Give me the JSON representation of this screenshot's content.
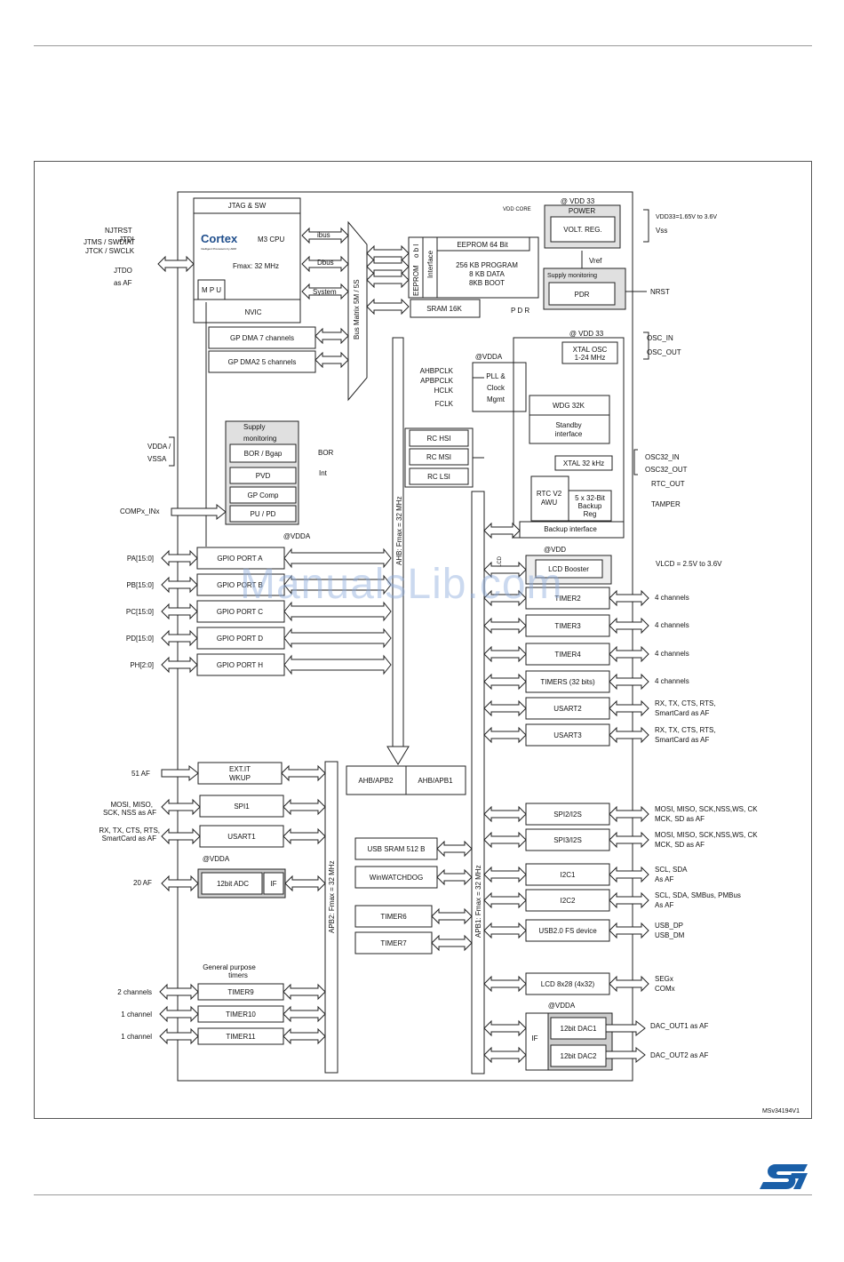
{
  "ref_code": "MSv34194V1",
  "watermark": "ManualsLib.com",
  "logo_text": "ST",
  "core": {
    "jtag": "JTAG & SW",
    "brand": "Cortex",
    "brand_sub": "Intelligent Processors by ARM",
    "cpu": "M3 CPU",
    "fmax": "Fmax: 32 MHz",
    "mpu": "M P U",
    "nvic": "NVIC",
    "ibus": "ibus",
    "dbus": "Dbus",
    "system": "System",
    "bus_matrix": "Bus Matrix 5M / 5S",
    "dma1": "GP DMA 7 channels",
    "dma2": "GP DMA2 5 channels"
  },
  "left_signals": {
    "njtrst": "NJTRST",
    "jtdi": "JTDI",
    "jtms": "JTMS / SWDIAT",
    "jtck": "JTCK / SWCLK",
    "jtdo": "JTDO",
    "as_af": "as AF",
    "vdda": "VDDA /",
    "vssa": "VSSA",
    "comp": "COMPx_INx"
  },
  "memory": {
    "eeprom": "EEPROM",
    "obl": "o b l",
    "interface": "Interface",
    "eeprom_bit": "EEPROM 64 Bit",
    "program": "256 KB PROGRAM",
    "data": "8 KB DATA",
    "boot": "8KB BOOT",
    "sram": "SRAM 16K"
  },
  "power": {
    "vdd33": "@ VDD 33",
    "vdd_core": "VDD CORE",
    "power": "POWER",
    "volt_reg": "VOLT. REG.",
    "vdd_range": "VDD33=1.65V to 3.6V",
    "vss": "Vss",
    "vref": "Vref",
    "supply": "Supply monitoring",
    "pdr": "PDR",
    "pdr_pin": "P D R",
    "nrst": "NRST"
  },
  "clock": {
    "vdd33": "@ VDD 33",
    "xtal_osc": "XTAL OSC",
    "xtal_freq": "1-24 MHz",
    "osc_in": "OSC_IN",
    "osc_out": "OSC_OUT",
    "vdda": "@VDDA",
    "ahbpclk": "AHBPCLK",
    "apbpclk": "APBPCLK",
    "hclk": "HCLK",
    "fclk": "FCLK",
    "pll_1": "PLL &",
    "pll_2": "Clock",
    "pll_3": "Mgmt",
    "wdg": "WDG 32K",
    "standby_1": "Standby",
    "standby_2": "interface",
    "rc_hsi": "RC HSI",
    "rc_msi": "RC MSI",
    "rc_lsi": "RC LSI",
    "osc32_in": "OSC32_IN",
    "osc32_out": "OSC32_OUT",
    "xtal32": "XTAL 32 kHz",
    "rtc_1": "RTC V2",
    "rtc_2": "AWU",
    "backup_1": "5 x 32-Bit",
    "backup_2": "Backup",
    "backup_3": "Reg",
    "rtc_out": "RTC_OUT",
    "tamper": "TAMPER",
    "backup_if": "Backup interface"
  },
  "supply_mon": {
    "title_1": "Supply",
    "title_2": "monitoring",
    "bor": "BOR / Bgap",
    "bor_out": "BOR",
    "pvd": "PVD",
    "int": "Int",
    "comp": "GP Comp",
    "pupd": "PU / PD"
  },
  "gpio": {
    "vdda": "@VDDA",
    "ahb_label": "AHB: Fmax = 32 MHz",
    "ports": [
      {
        "pin": "PA[15:0]",
        "name": "GPIO PORT A"
      },
      {
        "pin": "PB[15:0]",
        "name": "GPIO PORT B"
      },
      {
        "pin": "PC[15:0]",
        "name": "GPIO PORT C"
      },
      {
        "pin": "PD[15:0]",
        "name": "GPIO PORT D"
      },
      {
        "pin": "PH[2:0]",
        "name": "GPIO PORT H"
      }
    ]
  },
  "lcd": {
    "vdd": "@VDD",
    "lcd": "LCD",
    "booster": "LCD Booster",
    "vlcd": "VLCD = 2.5V to 3.6V"
  },
  "apb1_periph": [
    {
      "name": "TIMER2",
      "sig_1": "4 channels",
      "sig_2": ""
    },
    {
      "name": "TIMER3",
      "sig_1": "4 channels",
      "sig_2": ""
    },
    {
      "name": "TIMER4",
      "sig_1": "4 channels",
      "sig_2": ""
    },
    {
      "name": "TIMERS (32 bits)",
      "sig_1": "4 channels",
      "sig_2": ""
    },
    {
      "name": "USART2",
      "sig_1": "RX, TX, CTS, RTS,",
      "sig_2": "SmartCard as AF"
    },
    {
      "name": "USART3",
      "sig_1": "RX, TX, CTS, RTS,",
      "sig_2": "SmartCard as AF"
    },
    {
      "name": "SPI2/I2S",
      "sig_1": "MOSI, MISO, SCK,NSS,WS, CK",
      "sig_2": "MCK, SD as AF"
    },
    {
      "name": "SPI3/I2S",
      "sig_1": "MOSI, MISO, SCK,NSS,WS, CK",
      "sig_2": "MCK, SD as AF"
    },
    {
      "name": "I2C1",
      "sig_1": "SCL, SDA",
      "sig_2": "As AF"
    },
    {
      "name": "I2C2",
      "sig_1": "SCL, SDA, SMBus, PMBus",
      "sig_2": "As AF"
    },
    {
      "name": "USB2.0 FS device",
      "sig_1": "USB_DP",
      "sig_2": "USB_DM"
    },
    {
      "name": "LCD 8x28 (4x32)",
      "sig_1": "SEGx",
      "sig_2": "COMx"
    }
  ],
  "dac": {
    "vdda": "@VDDA",
    "if": "IF",
    "dac1": "12bit DAC1",
    "dac2": "12bit DAC2",
    "out1": "DAC_OUT1 as AF",
    "out2": "DAC_OUT2 as AF"
  },
  "bridges": {
    "ahb_apb2": "AHB/APB2",
    "ahb_apb1": "AHB/APB1",
    "apb2_label": "APB2: Fmax = 32 MHz",
    "apb1_label": "APB1: Fmax = 32 MHz",
    "usb_sram": "USB SRAM 512 B",
    "winwdg": "WinWATCHDOG",
    "timer6": "TIMER6",
    "timer7": "TIMER7"
  },
  "apb2_periph": {
    "exti_sig": "51 AF",
    "exti_1": "EXT.IT",
    "exti_2": "WKUP",
    "spi1_sig_1": "MOSI, MISO,",
    "spi1_sig_2": "SCK, NSS as AF",
    "spi1": "SPI1",
    "usart1_sig_1": "RX, TX, CTS, RTS,",
    "usart1_sig_2": "SmartCard as AF",
    "usart1": "USART1",
    "adc_vdda": "@VDDA",
    "adc_sig": "20 AF",
    "adc": "12bit ADC",
    "adc_if": "IF",
    "gp_timers_1": "General purpose",
    "gp_timers_2": "timers",
    "timers": [
      {
        "sig": "2 channels",
        "name": "TIMER9"
      },
      {
        "sig": "1 channel",
        "name": "TIMER10"
      },
      {
        "sig": "1 channel",
        "name": "TIMER11"
      }
    ]
  }
}
